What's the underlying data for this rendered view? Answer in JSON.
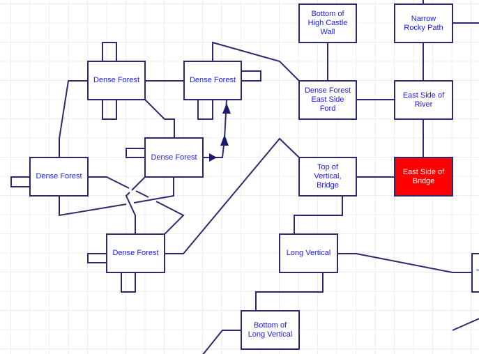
{
  "diagram": {
    "title": "Map",
    "colors": {
      "line": "#2a2a6e",
      "text": "#1a1aee",
      "active_fill": "#ff0000",
      "active_text": "#ffffff"
    },
    "nodes": [
      {
        "id": "df_topleft",
        "label": "Dense Forest"
      },
      {
        "id": "df_topright",
        "label": "Dense Forest"
      },
      {
        "id": "df_center",
        "label": "Dense Forest"
      },
      {
        "id": "df_left",
        "label": "Dense Forest"
      },
      {
        "id": "df_bottom",
        "label": "Dense Forest"
      },
      {
        "id": "castle_wall",
        "label": "Bottom of\nHigh Castle\nWall"
      },
      {
        "id": "narrow_path",
        "label": "Narrow\nRocky Path"
      },
      {
        "id": "df_ford",
        "label": "Dense Forest\nEast Side\nFord"
      },
      {
        "id": "river_east",
        "label": "East Side of\nRiver"
      },
      {
        "id": "top_vertical",
        "label": "Top of\nVertical,\nBridge"
      },
      {
        "id": "bridge_east",
        "label": "East Side of\nBridge",
        "current": true
      },
      {
        "id": "long_vertical",
        "label": "Long Vertical"
      },
      {
        "id": "bottom_long_vertical",
        "label": "Bottom of\nLong Vertical"
      },
      {
        "id": "offscreen_right",
        "label": "\""
      }
    ]
  }
}
